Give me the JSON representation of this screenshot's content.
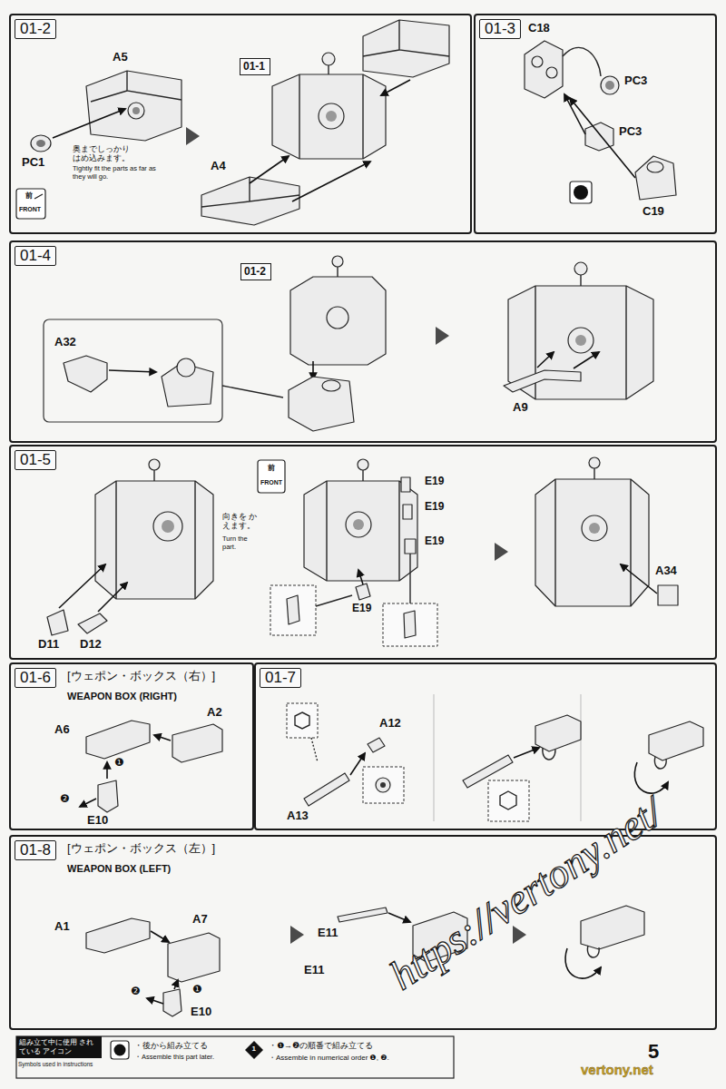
{
  "diagram": {
    "nodes": [
      {
        "text": [
          "01-2"
        ]
      },
      {
        "text": [
          "01-1"
        ],
        "in": 0
      },
      {
        "text": [
          "01-3"
        ]
      },
      {
        "text": [
          "01-4"
        ]
      },
      {
        "text": [
          "01-2"
        ],
        "in": 3
      },
      {
        "text": [
          "01-5"
        ]
      },
      {
        "text": [
          "01-6",
          "[ウェポン・ボックス（右）]",
          "WEAPON BOX (RIGHT)"
        ]
      },
      {
        "text": [
          "01-7"
        ]
      },
      {
        "text": [
          "01-8",
          "[ウェポン・ボックス（左）]",
          "WEAPON BOX (LEFT)"
        ]
      },
      {
        "text": [
          "組み立て中に使用 されている アイコン",
          "Symbols used in instructions"
        ]
      }
    ],
    "labels": [
      "A5",
      "PC1",
      "奥までしっかり はめ込みます。",
      "Tightly fit the parts as far as they will go.",
      "前",
      "FRONT",
      "A4",
      "C18",
      "PC3",
      "PC3",
      "C19",
      "A32",
      "A9",
      "D11",
      "D12",
      "向きを かえます。",
      "Turn the part.",
      "前",
      "FRONT",
      "E19",
      "E19",
      "E19",
      "E19",
      "A34",
      "A6",
      "A2",
      "❶",
      "❷",
      "E10",
      "A12",
      "A13",
      "A1",
      "A7",
      "❶",
      "❷",
      "E10",
      "E11",
      "E11",
      "1",
      "5",
      "https://vertony.net/",
      "vertony.net"
    ],
    "legend": [
      {
        "text": "・後から組み立てる"
      },
      {
        "text": "・Assemble this part later."
      },
      {
        "text": "・❶→❷の順番で組み立てる"
      },
      {
        "text": "・Assemble in numerical order ❶, ❷."
      }
    ]
  }
}
